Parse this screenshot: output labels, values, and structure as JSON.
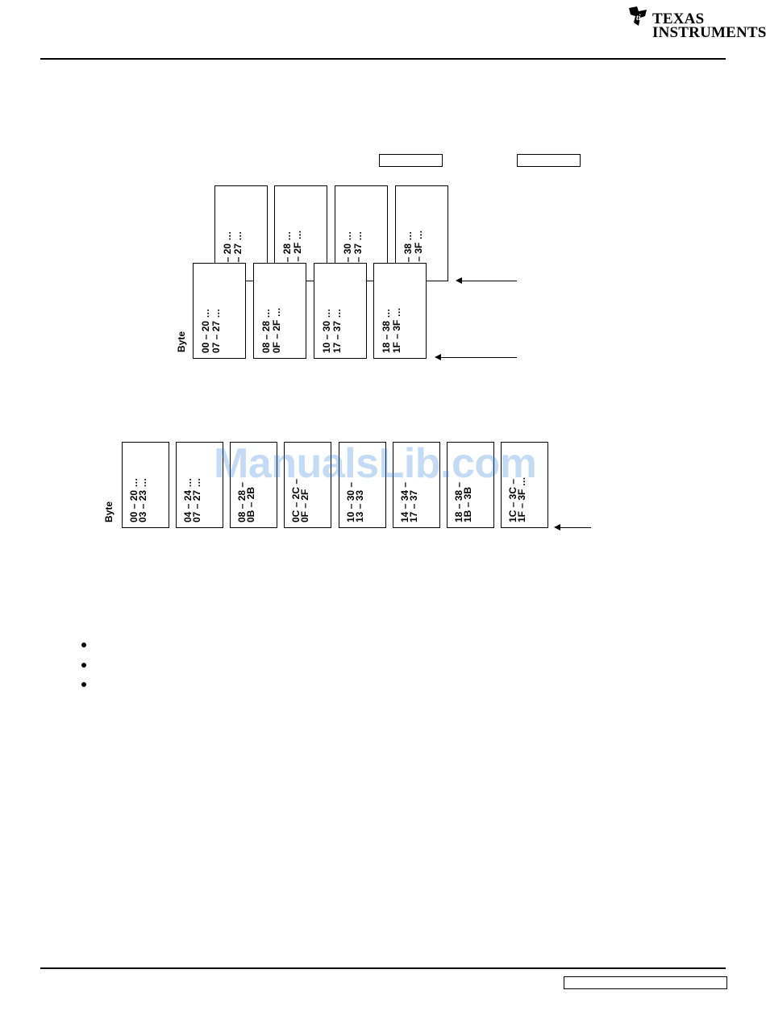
{
  "header": {
    "logo": {
      "icon": "ti-logo-icon",
      "line1": "TEXAS",
      "line2": "INSTRUMENTS"
    }
  },
  "diagram1": {
    "byte_label": "Byte",
    "back_row": [
      {
        "top": "20 … 27 …",
        "bottom": "00 – 07"
      },
      {
        "top": "28 … 2F …",
        "bottom": "08 – 0F"
      },
      {
        "top": "30 … 37 …",
        "bottom": "10 – 17"
      },
      {
        "top": "38 … 3F …",
        "bottom": "18 – 1F"
      }
    ],
    "front_row": [
      {
        "top": "20 … 27 …",
        "bottom": "00 – 07"
      },
      {
        "top": "28 … 2F …",
        "bottom": "08 – 0F"
      },
      {
        "top": "30 … 37 …",
        "bottom": "10 – 17"
      },
      {
        "top": "38 … 3F …",
        "bottom": "18 – 1F"
      }
    ]
  },
  "diagram2": {
    "byte_label": "Byte",
    "banks": [
      {
        "top": "20 … 23 …",
        "bottom": "00 – 03"
      },
      {
        "top": "24 … 27 …",
        "bottom": "04 – 07"
      },
      {
        "top": "28 – 2B",
        "bottom": "08 – 0B"
      },
      {
        "top": "2C – 2F",
        "bottom": "0C – 0F"
      },
      {
        "top": "30 – 33",
        "bottom": "10 – 13"
      },
      {
        "top": "34 – 37",
        "bottom": "14 – 17"
      },
      {
        "top": "38 – 3B",
        "bottom": "18 – 1B"
      },
      {
        "top": "3C – 3F …",
        "bottom": "1C – 1F"
      }
    ]
  },
  "watermark": "ManualsLib.com"
}
